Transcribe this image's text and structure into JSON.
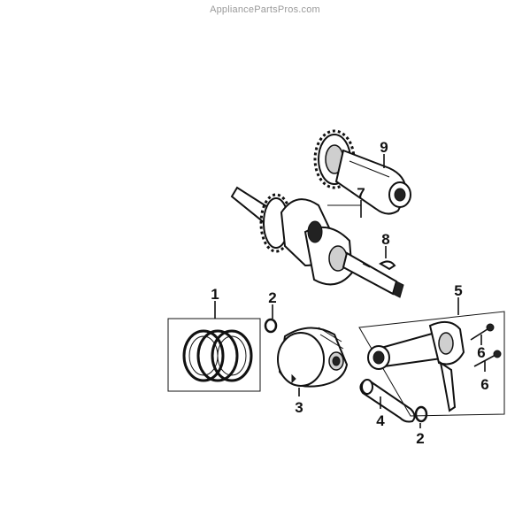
{
  "watermark": "AppliancePartsPros.com",
  "callouts": {
    "c1": "1",
    "c2a": "2",
    "c2b": "2",
    "c3": "3",
    "c4": "4",
    "c5": "5",
    "c6a": "6",
    "c6b": "6",
    "c7": "7",
    "c8": "8",
    "c9": "9"
  },
  "colors": {
    "ink": "#111111",
    "watermark": "#9a9a9a",
    "background": "#ffffff"
  }
}
